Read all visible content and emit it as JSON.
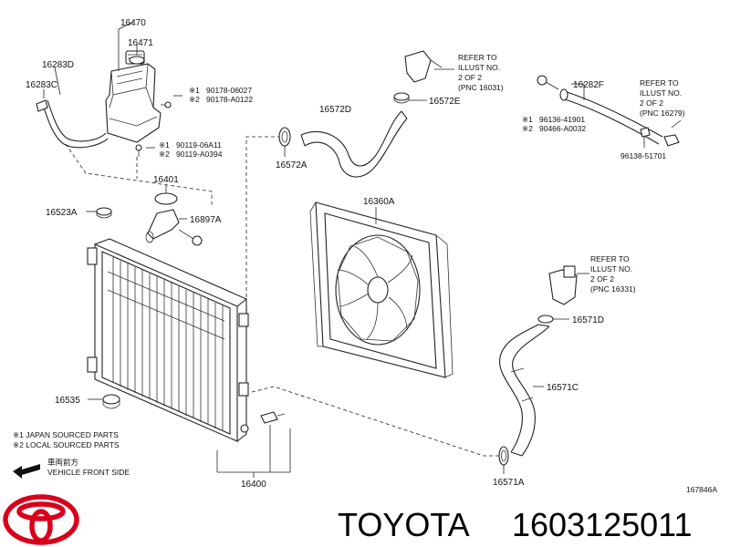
{
  "labels": {
    "p16470": "16470",
    "p16471": "16471",
    "p16283D": "16283D",
    "p16283C": "16283C",
    "p16572D": "16572D",
    "p16572E": "16572E",
    "p16572A": "16572A",
    "p16282F": "16282F",
    "p16401": "16401",
    "p16523A": "16523A",
    "p16897A": "16897A",
    "p16360A": "16360A",
    "p16571D": "16571D",
    "p16571C": "16571C",
    "p16571A": "16571A",
    "p16535": "16535",
    "p16400": "16400",
    "p96138": "96138-51701",
    "diagram_id": "167846A"
  },
  "notes": {
    "bolt1": {
      "m1": "※1",
      "v1": "90178-06027",
      "m2": "※2",
      "v2": "90178-A0122"
    },
    "bolt2": {
      "m1": "※1",
      "v1": "90119-06A11",
      "m2": "※2",
      "v2": "90119-A0394"
    },
    "clip": {
      "m1": "※1",
      "v1": "96136-41901",
      "m2": "※2",
      "v2": "90466-A0032"
    }
  },
  "refers": {
    "ref1": {
      "l1": "REFER TO",
      "l2": "ILLUST NO.",
      "l3": "2 OF 2",
      "l4": "(PNC 16031)"
    },
    "ref2": {
      "l1": "REFER TO",
      "l2": "ILLUST NO.",
      "l3": "2 OF 2",
      "l4": "(PNC 16279)"
    },
    "ref3": {
      "l1": "REFER TO",
      "l2": "ILLUST NO.",
      "l3": "2 OF 2",
      "l4": "(PNC 16331)"
    }
  },
  "legend": {
    "line1": "※1  JAPAN SOURCED PARTS",
    "line2": "※2  LOCAL SOURCED PARTS",
    "front_jp": "車両前方",
    "front_en": "VEHICLE FRONT SIDE"
  },
  "brand": {
    "name": "TOYOTA",
    "part_number": "1603125011",
    "logo_color": "#d9001b"
  }
}
